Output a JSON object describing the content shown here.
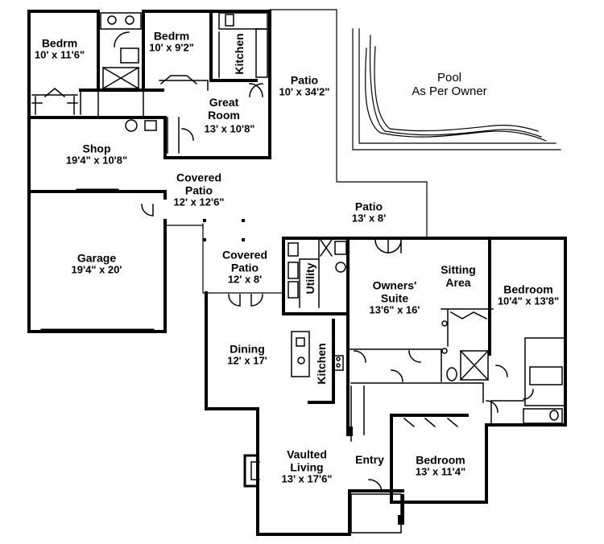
{
  "rooms": {
    "bedrm_1": {
      "name": "Bedrm",
      "dims": "10' x 11'6\""
    },
    "bedrm_2": {
      "name": "Bedrm",
      "dims": "10' x 9'2\""
    },
    "kitchen_upper": {
      "name": "Kitchen"
    },
    "great_room": {
      "name": "Great Room",
      "dims": "13' x 10'8\""
    },
    "patio_upper": {
      "name": "Patio",
      "dims": "10' x 34'2\""
    },
    "pool": {
      "name": "Pool",
      "note": "As Per Owner"
    },
    "shop": {
      "name": "Shop",
      "dims": "19'4\" x 10'8\""
    },
    "covered_patio_upper": {
      "name": "Covered Patio",
      "dims": "12' x 12'6\""
    },
    "patio_middle": {
      "name": "Patio",
      "dims": "13' x 8'"
    },
    "garage": {
      "name": "Garage",
      "dims": "19'4\" x 20'"
    },
    "covered_patio_lower": {
      "name": "Covered Patio",
      "dims": "12' x 8'"
    },
    "utility": {
      "name": "Utility"
    },
    "owners_suite": {
      "name": "Owners' Suite",
      "dims": "13'6\" x 16'"
    },
    "sitting_area": {
      "name": "Sitting Area"
    },
    "bedroom_right": {
      "name": "Bedroom",
      "dims": "10'4\" x 13'8\""
    },
    "dining": {
      "name": "Dining",
      "dims": "12' x 17'"
    },
    "kitchen_lower": {
      "name": "Kitchen"
    },
    "vaulted_living": {
      "name": "Vaulted Living",
      "dims": "13' x 17'6\""
    },
    "entry": {
      "name": "Entry"
    },
    "bedroom_lower": {
      "name": "Bedroom",
      "dims": "13' x 11'4\""
    }
  }
}
